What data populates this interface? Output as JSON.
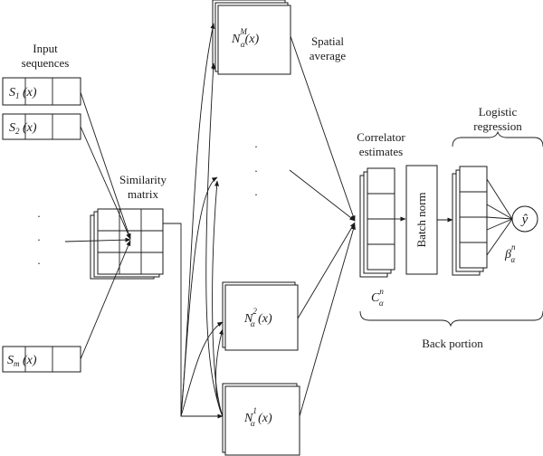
{
  "labels": {
    "input_sequences_1": "Input",
    "input_sequences_2": "sequences",
    "similarity_1": "Similarity",
    "similarity_2": "matrix",
    "spatial_1": "Spatial",
    "spatial_2": "average",
    "correlator_1": "Correlator",
    "correlator_2": "estimates",
    "logistic_1": "Logistic",
    "logistic_2": "regression",
    "batch_norm": "Batch norm",
    "back_portion": "Back portion"
  },
  "sequences": {
    "s1": {
      "base": "S",
      "sub": "1",
      "arg": " (x)"
    },
    "s2": {
      "base": "S",
      "sub": "2",
      "arg": " (x)"
    },
    "sm": {
      "base": "S",
      "sub": "m",
      "arg": " (x)"
    }
  },
  "n_blocks": {
    "top": {
      "base": "N",
      "sub": "α",
      "sup": "M",
      "arg": "(x)"
    },
    "middle": {
      "base": "N",
      "sub": "α",
      "sup": "2",
      "arg": " (x)"
    },
    "bottom": {
      "base": "N",
      "sub": "α",
      "sup": "1",
      "arg": " (x)"
    }
  },
  "correlator_symbol": {
    "base": "C",
    "sub": "α",
    "sup": "n"
  },
  "beta_symbol": {
    "base": "β",
    "sub": "α",
    "sup": "n"
  },
  "output_symbol": "ŷ",
  "ellipsis_dot": "."
}
